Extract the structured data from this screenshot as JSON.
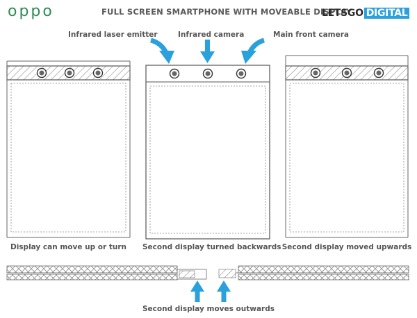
{
  "header": {
    "brand": "oppo",
    "title": "FULL SCREEN SMARTPHONE WITH MOVEABLE DISPLAY",
    "logo_prefix": "LETSGO",
    "logo_suffix": "DIGITAL"
  },
  "callouts": {
    "laser": "Infrared laser emitter",
    "camera": "Infrared camera",
    "front": "Main front camera"
  },
  "captions": {
    "phone1": "Display can move up or turn",
    "phone2": "Second display turned backwards",
    "phone3": "Second display moved upwards",
    "bottom": "Second display moves outwards"
  },
  "colors": {
    "brand": "#2e8b57",
    "accent": "#2aa1dc",
    "line": "#6e6e6e"
  }
}
